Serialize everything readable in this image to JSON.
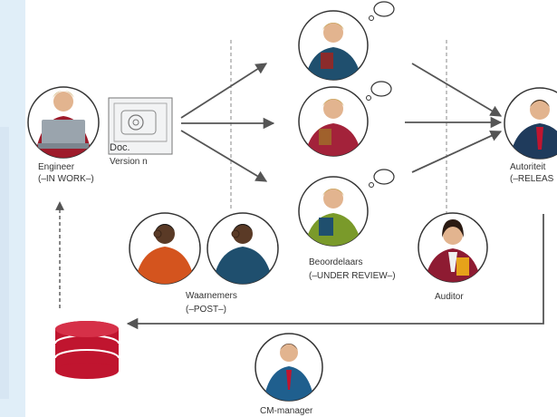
{
  "colors": {
    "side_panel": "#e0eef8",
    "arrow": "#555555",
    "dashed": "#888888",
    "circle_stroke": "#333333",
    "database": "#c0152f"
  },
  "engineer": {
    "name": "Engineer",
    "state": "(–IN WORK–)"
  },
  "document": {
    "label_line1": "Doc.",
    "label_line2": "Version n",
    "icon": "document-drawing-icon"
  },
  "reviewers": {
    "name": "Beoordelaars",
    "state": "(–UNDER REVIEW–)",
    "icon": "thought-bubble-icon"
  },
  "authority": {
    "name": "Autoriteit",
    "state": "(–RELEAS"
  },
  "observers": {
    "name": "Waarnemers",
    "state": "(–POST–)"
  },
  "auditor": {
    "name": "Auditor"
  },
  "cm_manager": {
    "name": "CM-manager"
  },
  "database": {
    "icon": "database-icon"
  }
}
